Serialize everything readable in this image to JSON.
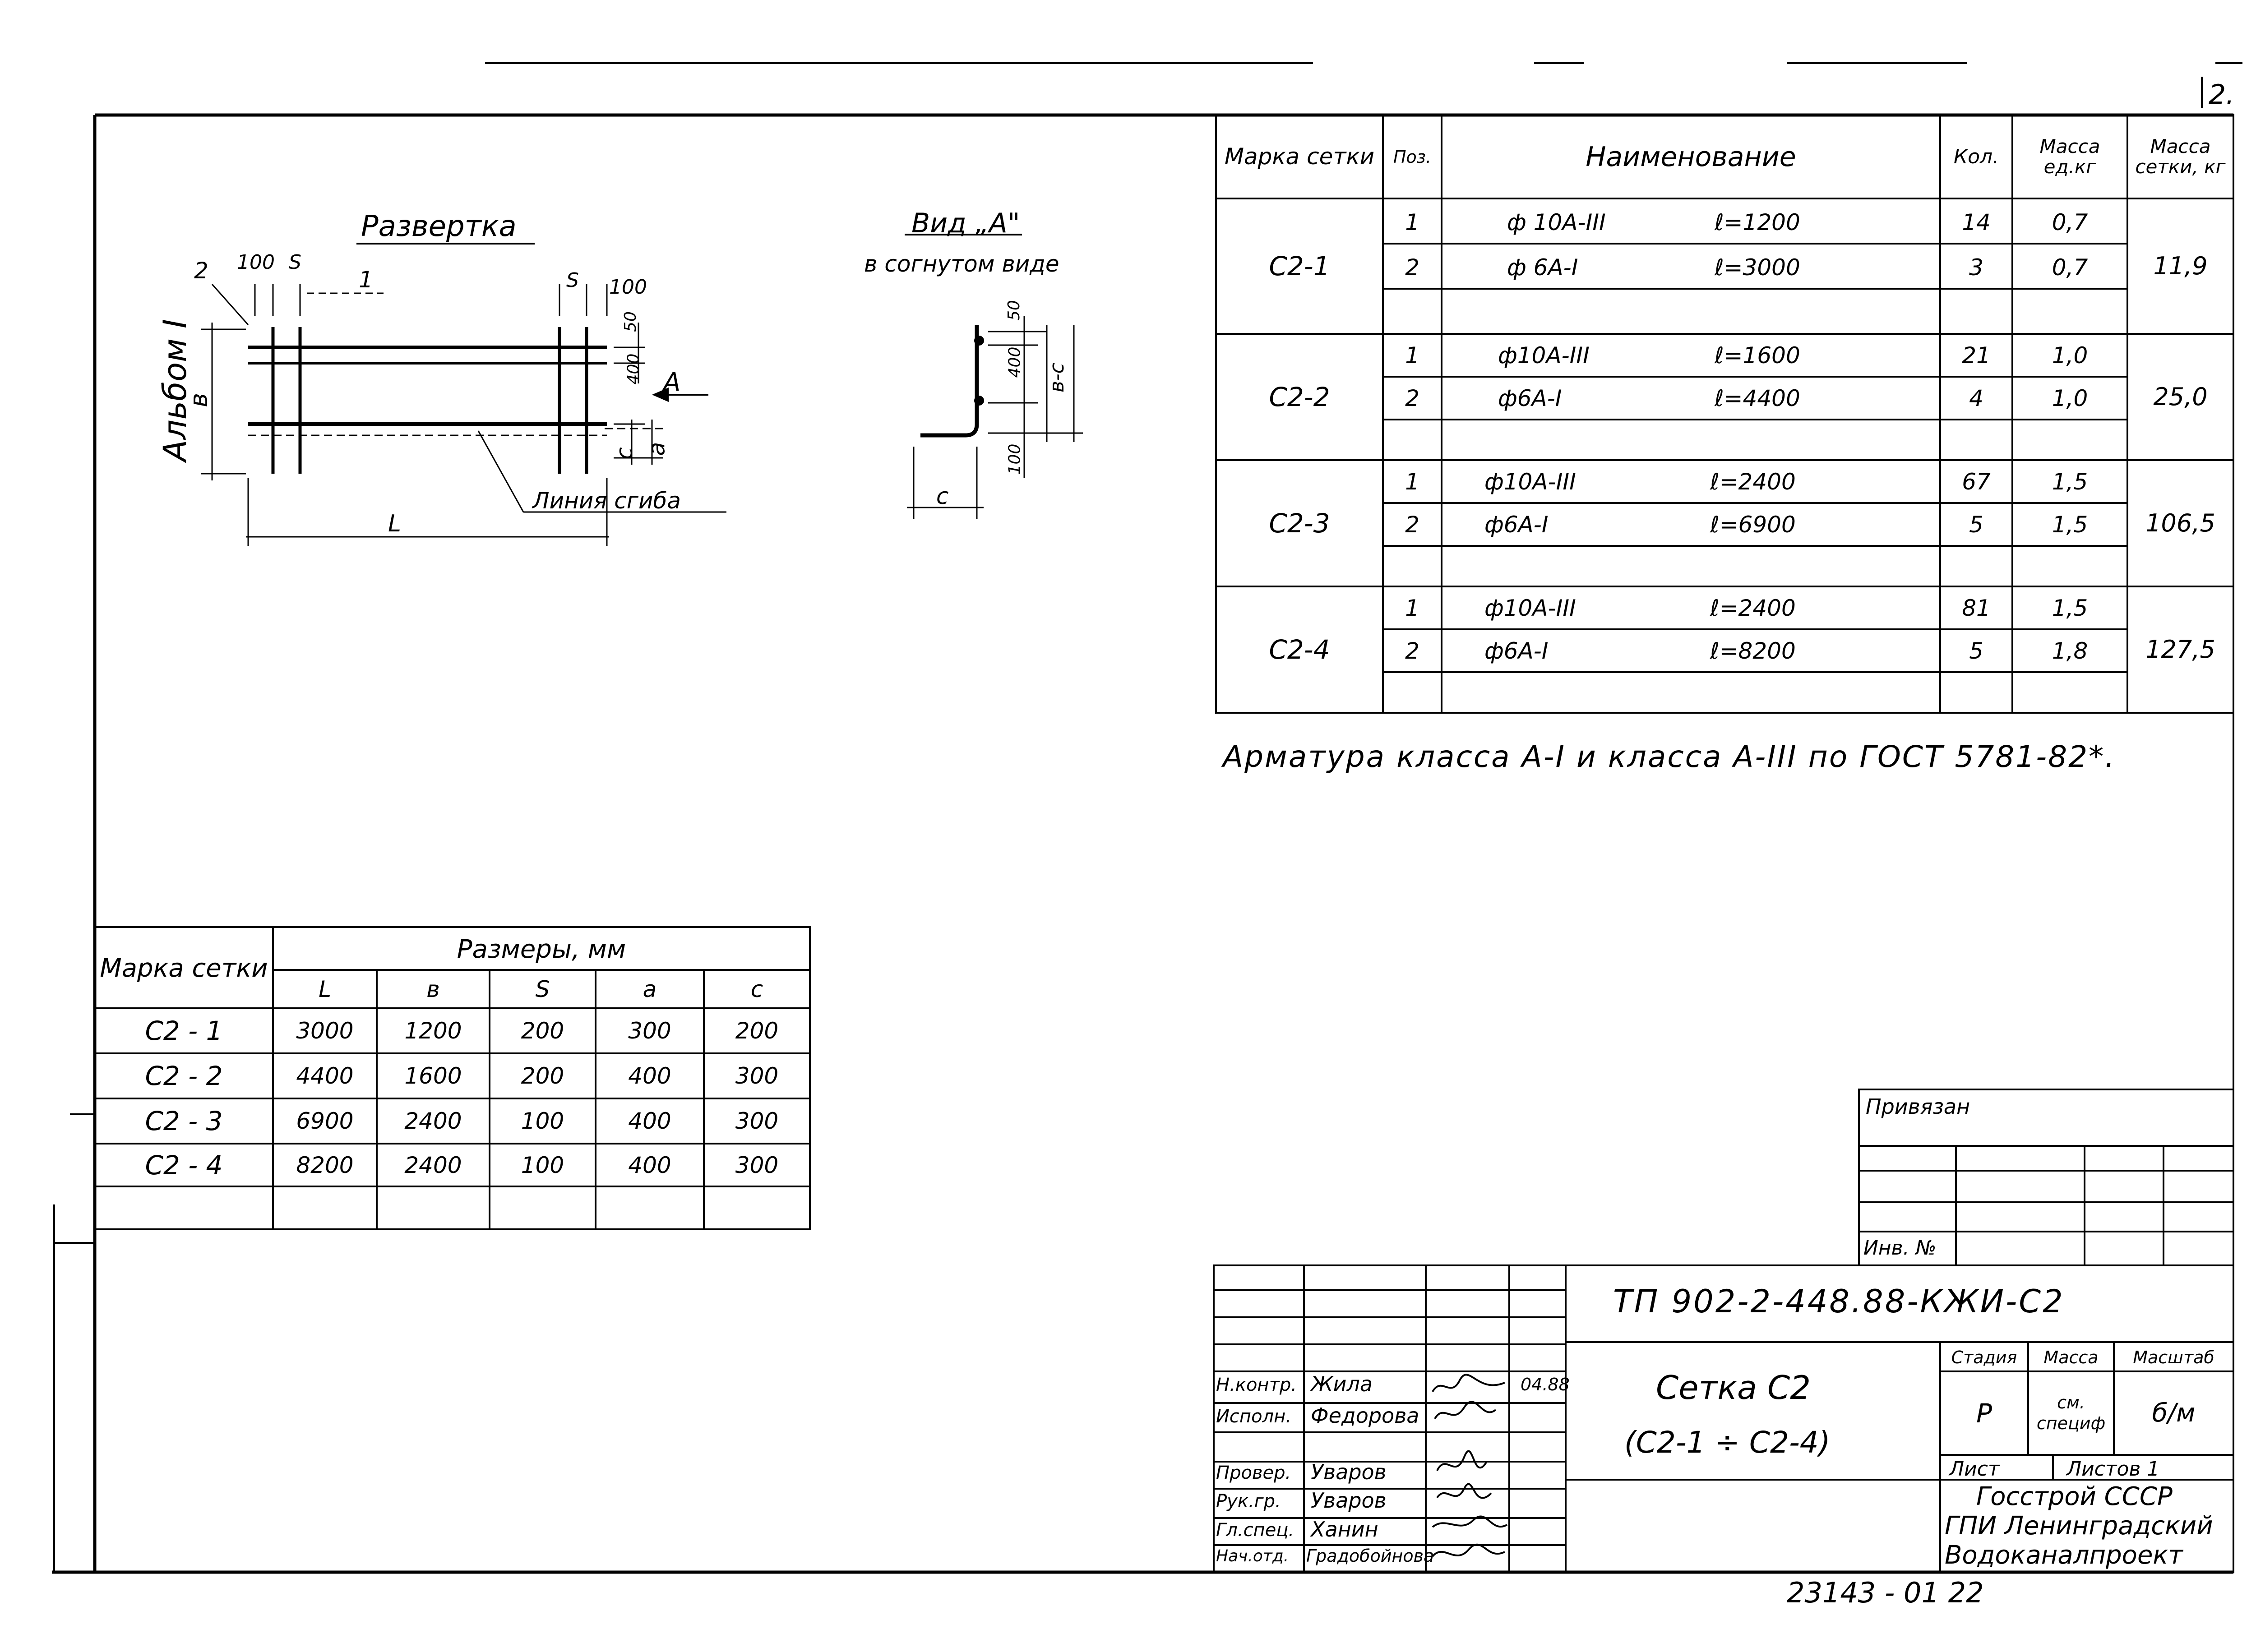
{
  "sheet_number": "2.",
  "side": {
    "album_label": "Альбом I"
  },
  "scan_code": "23143 - 01 22",
  "development": {
    "title": "Развертка",
    "dims": {
      "d100_left": "100",
      "s_left": "S",
      "s_right": "S",
      "d100_right": "100",
      "pos2": "2",
      "pos1": "1",
      "b": "в",
      "d50": "50",
      "d400": "400",
      "a_arrow": "A",
      "c": "c",
      "a": "a",
      "L": "L"
    },
    "bend_line": "Линия сгиба"
  },
  "view_a": {
    "title": "Вид „А\"",
    "subtitle": "в согнутом виде",
    "dims": {
      "d50": "50",
      "d400": "400",
      "b_c": "в-с",
      "d100": "100",
      "c": "c"
    }
  },
  "spec_table": {
    "headers": {
      "mark": "Марка сетки",
      "pos": "Поз.",
      "name": "Наименование",
      "qty": "Кол.",
      "unit_mass": "Масса ед.кг",
      "mesh_mass": "Масса сетки, кг"
    },
    "groups": [
      {
        "mark": "С2-1",
        "mass": "11,9",
        "rows": [
          {
            "pos": "1",
            "bar": "ф 10А-III",
            "len": "ℓ=1200",
            "qty": "14",
            "unit": "0,7"
          },
          {
            "pos": "2",
            "bar": "ф 6А-I",
            "len": "ℓ=3000",
            "qty": "3",
            "unit": "0,7"
          }
        ]
      },
      {
        "mark": "С2-2",
        "mass": "25,0",
        "rows": [
          {
            "pos": "1",
            "bar": "ф10А-III",
            "len": "ℓ=1600",
            "qty": "21",
            "unit": "1,0"
          },
          {
            "pos": "2",
            "bar": "ф6А-I",
            "len": "ℓ=4400",
            "qty": "4",
            "unit": "1,0"
          }
        ]
      },
      {
        "mark": "С2-3",
        "mass": "106,5",
        "rows": [
          {
            "pos": "1",
            "bar": "ф10А-III",
            "len": "ℓ=2400",
            "qty": "67",
            "unit": "1,5"
          },
          {
            "pos": "2",
            "bar": "ф6А-I",
            "len": "ℓ=6900",
            "qty": "5",
            "unit": "1,5"
          }
        ]
      },
      {
        "mark": "С2-4",
        "mass": "127,5",
        "rows": [
          {
            "pos": "1",
            "bar": "ф10А-III",
            "len": "ℓ=2400",
            "qty": "81",
            "unit": "1,5"
          },
          {
            "pos": "2",
            "bar": "ф6А-I",
            "len": "ℓ=8200",
            "qty": "5",
            "unit": "1,8"
          }
        ]
      }
    ]
  },
  "note": "Арматура класса А-I и класса А-III по ГОСТ 5781-82*.",
  "dim_table": {
    "header_mark": "Марка сетки",
    "header_sizes": "Размеры, мм",
    "columns": [
      "L",
      "в",
      "S",
      "a",
      "c"
    ],
    "rows": [
      {
        "mark": "С2 - 1",
        "values": [
          "3000",
          "1200",
          "200",
          "300",
          "200"
        ]
      },
      {
        "mark": "С2 - 2",
        "values": [
          "4400",
          "1600",
          "200",
          "400",
          "300"
        ]
      },
      {
        "mark": "С2 - 3",
        "values": [
          "6900",
          "2400",
          "100",
          "400",
          "300"
        ]
      },
      {
        "mark": "С2 - 4",
        "values": [
          "8200",
          "2400",
          "100",
          "400",
          "300"
        ]
      }
    ]
  },
  "stamp": {
    "attached": "Привязан",
    "inv_no": "Инв. №",
    "doc_code": "ТП 902-2-448.88-КЖИ-С2",
    "title_line1": "Сетка С2",
    "title_line2": "(С2-1 ÷ С2-4)",
    "stage_label": "Стадия",
    "mass_label": "Масса",
    "scale_label": "Масштаб",
    "stage_value": "Р",
    "mass_value": "см. специф",
    "scale_value": "б/м",
    "sheet_label": "Лист",
    "sheets_label": "Листов 1",
    "org_line1": "Госстрой СССР",
    "org_line2": "ГПИ Ленинградский",
    "org_line3": "Водоканалпроект",
    "date": "04.88",
    "people": [
      {
        "role": "Н.контр.",
        "name": "Жила"
      },
      {
        "role": "Исполн.",
        "name": "Федорова"
      },
      {
        "role": "Провер.",
        "name": "Уваров"
      },
      {
        "role": "Рук.гр.",
        "name": "Уваров"
      },
      {
        "role": "Гл.спец.",
        "name": "Ханин"
      },
      {
        "role": "Нач.отд.",
        "name": "Градобойнова"
      }
    ]
  }
}
